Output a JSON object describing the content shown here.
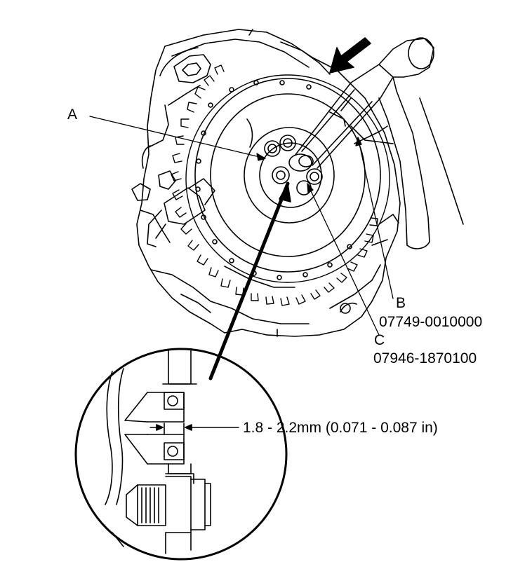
{
  "labels": {
    "a": "A",
    "b": "B",
    "b_part": "07749-0010000",
    "c": "C",
    "c_part": "07946-1870100",
    "measurement": "1.8 - 2.2mm (0.071 - 0.087 in)"
  },
  "colors": {
    "line": "#000000",
    "background": "#ffffff"
  }
}
